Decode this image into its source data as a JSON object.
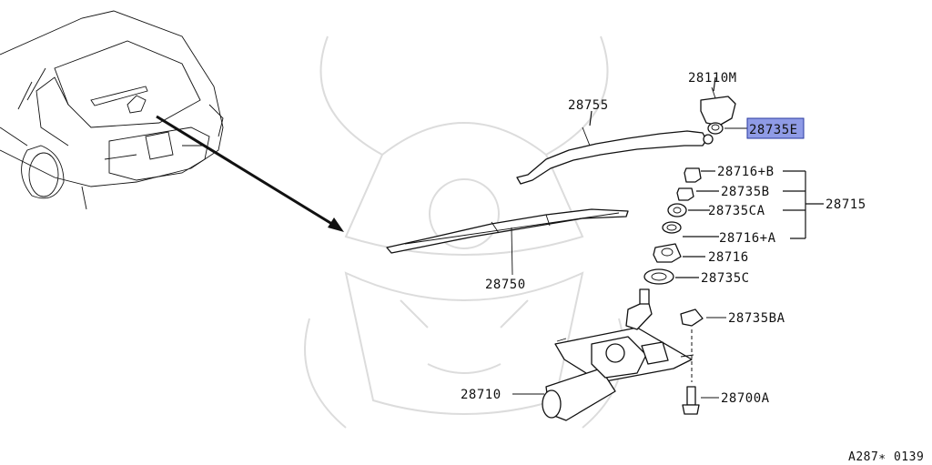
{
  "parts": {
    "p28110M": "28110M",
    "p28755": "28755",
    "p28735E": "28735E",
    "p28716B": "28716+B",
    "p28735B": "28735B",
    "p28735CA": "28735CA",
    "p28716A": "28716+A",
    "p28715": "28715",
    "p28716": "28716",
    "p28735C": "28735C",
    "p28750": "28750",
    "p28735BA": "28735BA",
    "p28710": "28710",
    "p28700A": "28700A"
  },
  "highlighted_part": "28735E",
  "footer": {
    "code": "A287∗ 0139"
  },
  "colors": {
    "highlight": "#8f9be6",
    "line": "#111111",
    "watermark": "#dcdcdc"
  }
}
